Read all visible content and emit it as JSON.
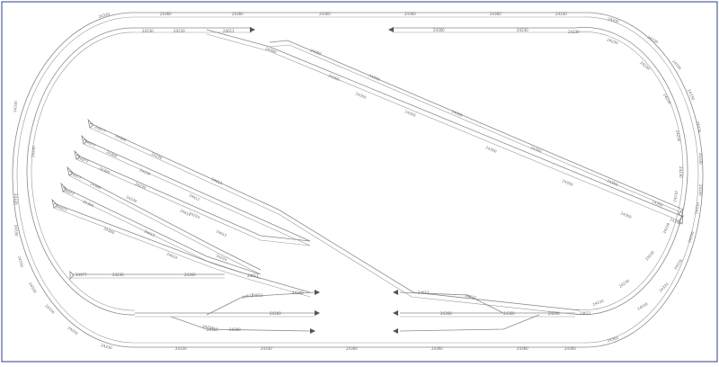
{
  "layout": {
    "frame_color": "#2c3e8f",
    "track_color": "#8a8a8a",
    "arrow_color": "#555555",
    "outer_loop_labels": [
      "24330",
      "24360",
      "24360",
      "24360",
      "24360",
      "24360",
      "24330",
      "24330",
      "24330",
      "24330",
      "24330",
      "24330",
      "24330",
      "24330",
      "24330",
      "24330",
      "24330",
      "24330",
      "24330",
      "24360",
      "24360",
      "24360",
      "24360",
      "24360",
      "24330",
      "24330",
      "24330",
      "24330",
      "24330",
      "24330",
      "24330",
      "24330",
      "24330",
      "24330"
    ],
    "inner_loop_labels": [
      "24230",
      "24230",
      "24611",
      "24360",
      "24230",
      "24230",
      "24230",
      "24230",
      "24230",
      "24230",
      "24230",
      "24230",
      "24230",
      "24230",
      "24230",
      "24230",
      "24230"
    ],
    "diagonal_labels": [
      "24360",
      "24360",
      "24360",
      "24360",
      "24360",
      "24360",
      "24360",
      "24360",
      "24360",
      "24360",
      "24360",
      "24360",
      "24360",
      "24360"
    ],
    "yard_labels": [
      "24977",
      "24977",
      "24977",
      "24977",
      "24977",
      "24977",
      "24360",
      "24360",
      "24360",
      "24360",
      "24360",
      "24360",
      "24230",
      "24230",
      "24230",
      "24230",
      "24611",
      "24611",
      "24611",
      "24612",
      "24612",
      "24624",
      "24224"
    ],
    "bottom_labels": [
      "24977",
      "24236",
      "24360",
      "24224",
      "24611",
      "24611",
      "24360",
      "24360",
      "24612",
      "24360",
      "24360",
      "24224",
      "24611",
      "24612",
      "24360",
      "24360",
      "24230",
      "24611"
    ]
  }
}
